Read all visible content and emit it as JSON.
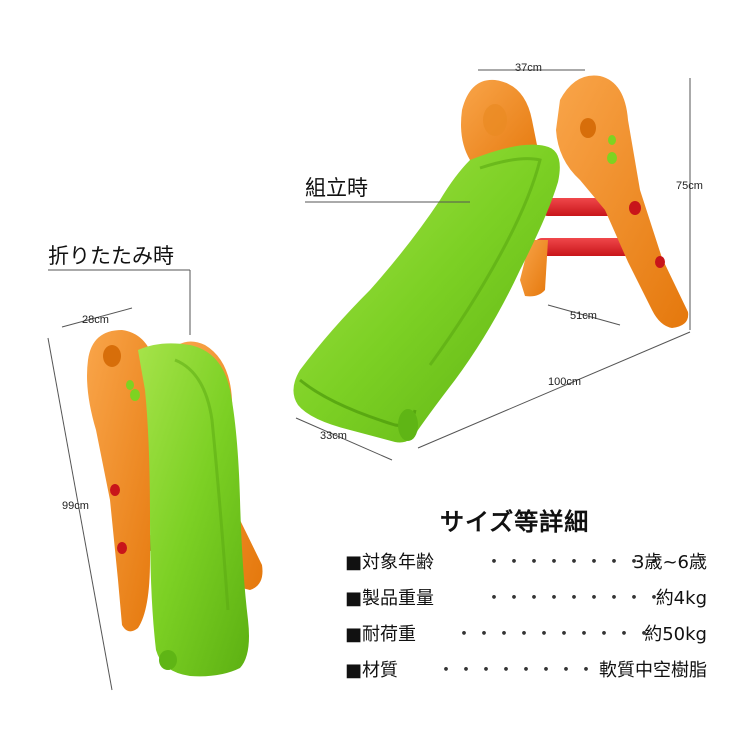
{
  "assembled": {
    "label": "組立時",
    "dims": {
      "top": "37cm",
      "height": "75cm",
      "depth": "51cm",
      "length": "100cm",
      "front": "33cm"
    }
  },
  "folded": {
    "label": "折りたたみ時",
    "dims": {
      "top": "28cm",
      "height": "99cm"
    }
  },
  "specs": {
    "title": "サイズ等詳細",
    "rows": [
      {
        "label": "■対象年齢",
        "dots": "・・・・・・・・・",
        "value": "3歳~6歳"
      },
      {
        "label": "■製品重量",
        "dots": "・・・・・・・・・",
        "value": "約4kg"
      },
      {
        "label": "■耐荷重",
        "dots": "・・・・・・・・・・",
        "value": "約50kg"
      },
      {
        "label": "■材質",
        "dots": "・・・・・・・・",
        "value": "軟質中空樹脂"
      }
    ]
  },
  "colors": {
    "slide": "#7ed321",
    "frame": "#f28c1e",
    "rung": "#e0262a"
  }
}
